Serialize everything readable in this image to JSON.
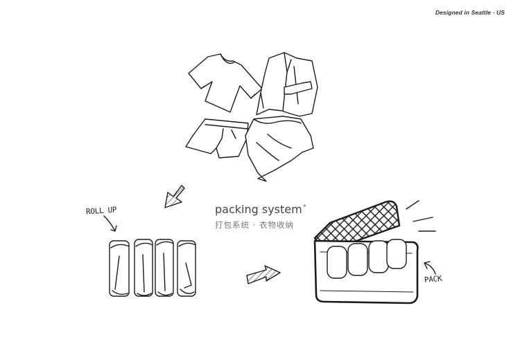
{
  "header": {
    "tagline": "Designed in Seattle · US"
  },
  "title": {
    "main": "packing system",
    "mark": "*",
    "subtitle": "打包系统 · 衣物收纳"
  },
  "labels": {
    "roll_up": "ROLL UP",
    "pack": "PACK"
  },
  "icons": {
    "shirt": "t-shirt-icon",
    "jacket": "jacket-icon",
    "shorts": "shorts-icon",
    "cloth": "cloth-icon",
    "arrow_down": "arrow-down-left-icon",
    "arrow_right": "arrow-right-icon",
    "rolls": "rolled-clothes-icon",
    "bag": "packing-cube-icon"
  }
}
